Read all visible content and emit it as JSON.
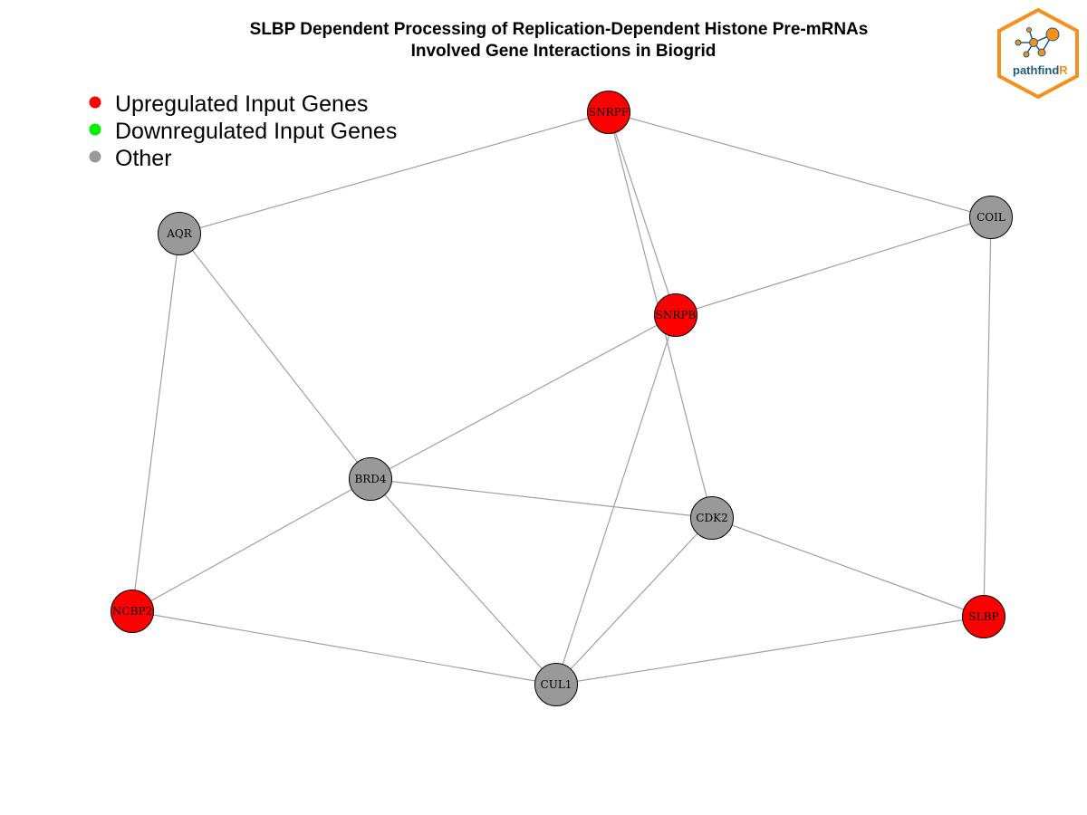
{
  "title": {
    "line1": "SLBP Dependent Processing of Replication-Dependent Histone Pre-mRNAs",
    "line2": "Involved Gene Interactions in Biogrid"
  },
  "legend": [
    {
      "label": "Upregulated Input Genes",
      "color": "#ff0000"
    },
    {
      "label": "Downregulated Input Genes",
      "color": "#00ee00"
    },
    {
      "label": "Other",
      "color": "#999999"
    }
  ],
  "logo": {
    "text_main": "pathfind",
    "text_accent": "R",
    "border_color": "#f5901e",
    "text_color": "#1f5c7a",
    "accent_color": "#f5901e"
  },
  "colors": {
    "up": "#ff0000",
    "down": "#00ee00",
    "other": "#999999",
    "edge": "#a0a0a0"
  },
  "nodes": [
    {
      "id": "SNRPF",
      "category": "up"
    },
    {
      "id": "COIL",
      "category": "other"
    },
    {
      "id": "AQR",
      "category": "other"
    },
    {
      "id": "SNRPB",
      "category": "up"
    },
    {
      "id": "BRD4",
      "category": "other"
    },
    {
      "id": "CDK2",
      "category": "other"
    },
    {
      "id": "NCBP2",
      "category": "up"
    },
    {
      "id": "SLBP",
      "category": "up"
    },
    {
      "id": "CUL1",
      "category": "other"
    }
  ],
  "edges": [
    [
      "SNRPF",
      "AQR"
    ],
    [
      "SNRPF",
      "COIL"
    ],
    [
      "SNRPF",
      "SNRPB"
    ],
    [
      "SNRPF",
      "CDK2"
    ],
    [
      "COIL",
      "SNRPB"
    ],
    [
      "COIL",
      "SLBP"
    ],
    [
      "AQR",
      "BRD4"
    ],
    [
      "AQR",
      "NCBP2"
    ],
    [
      "SNRPB",
      "BRD4"
    ],
    [
      "SNRPB",
      "CUL1"
    ],
    [
      "BRD4",
      "CDK2"
    ],
    [
      "BRD4",
      "NCBP2"
    ],
    [
      "BRD4",
      "CUL1"
    ],
    [
      "CDK2",
      "CUL1"
    ],
    [
      "CDK2",
      "SLBP"
    ],
    [
      "NCBP2",
      "CUL1"
    ],
    [
      "CUL1",
      "SLBP"
    ]
  ]
}
